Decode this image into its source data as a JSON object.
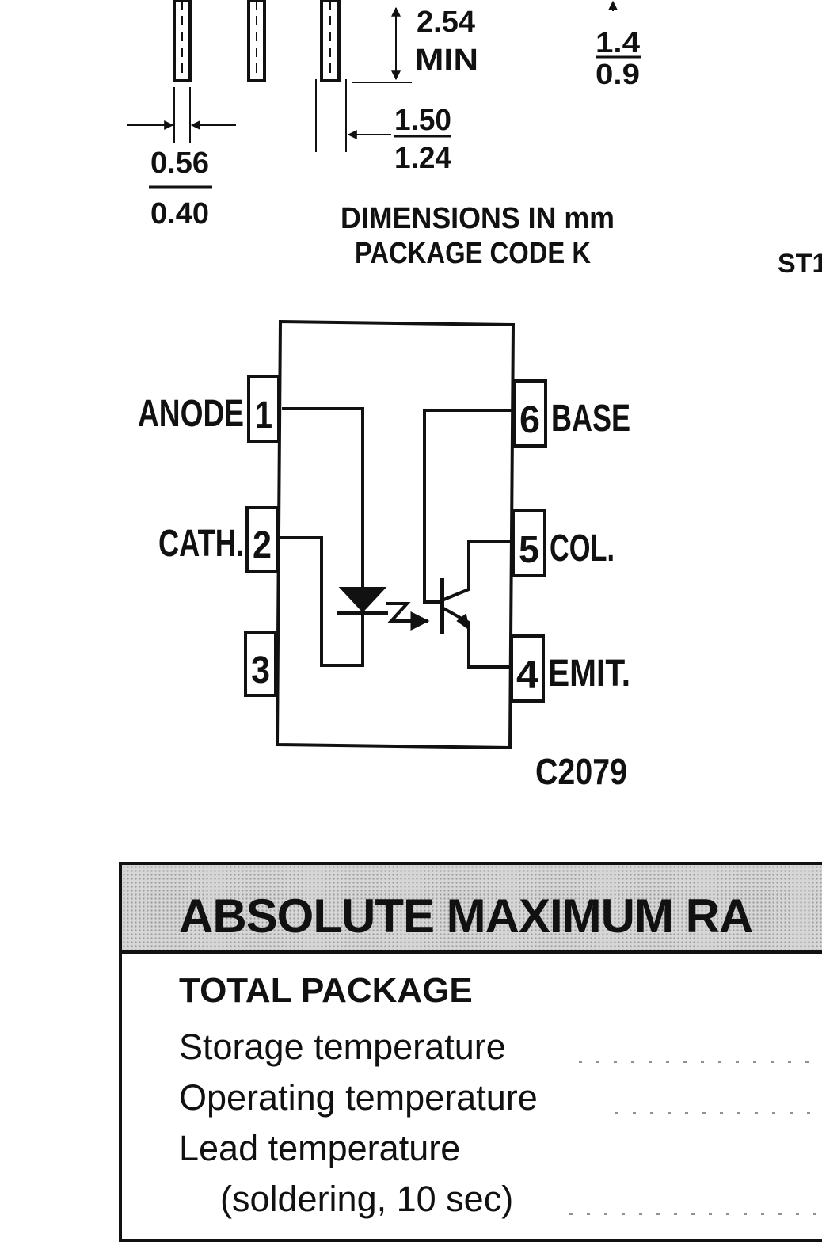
{
  "dimension_labels": {
    "lead_min_top": "2.54",
    "lead_min_bottom": "MIN",
    "height_top": "1.4",
    "height_bottom": "0.9",
    "spacing_top": "1.50",
    "spacing_bottom": "1.24",
    "lead_width_top": "0.56",
    "lead_width_bottom": "0.40",
    "caption_line1": "DIMENSIONS IN mm",
    "caption_line2": "PACKAGE CODE K",
    "cropped_edge_text": "ST1"
  },
  "pinout": {
    "pins": [
      {
        "number": "1",
        "label": "ANODE"
      },
      {
        "number": "2",
        "label": "CATH."
      },
      {
        "number": "3",
        "label": ""
      },
      {
        "number": "4",
        "label": "EMIT."
      },
      {
        "number": "5",
        "label": "COL."
      },
      {
        "number": "6",
        "label": "BASE"
      }
    ],
    "figure_code": "C2079"
  },
  "ratings": {
    "title": "ABSOLUTE MAXIMUM RA",
    "section": "TOTAL PACKAGE",
    "rows": [
      {
        "label": "Storage temperature"
      },
      {
        "label": "Operating temperature"
      },
      {
        "label": "Lead temperature"
      },
      {
        "label": "(soldering, 10 sec)"
      }
    ]
  },
  "colors": {
    "ink": "#111111",
    "header_fill": "#d6d6d6"
  }
}
